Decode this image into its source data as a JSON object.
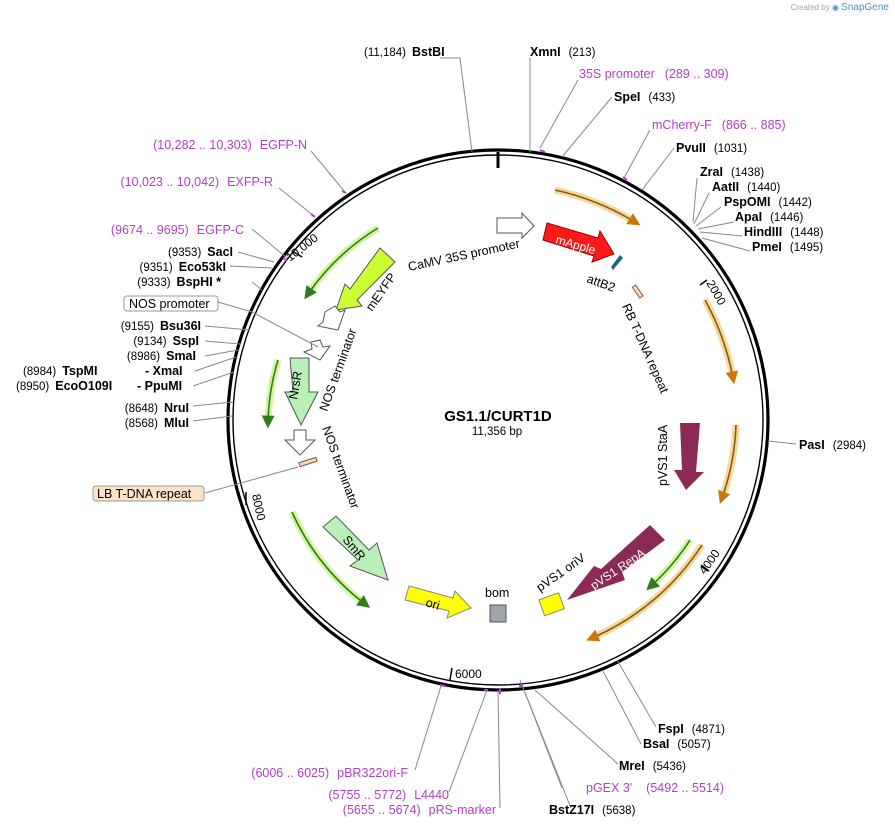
{
  "credit": {
    "prefix": "Created by",
    "brand": "SnapGene"
  },
  "plasmid": {
    "name": "GS1.1/CURT1D",
    "length_label": "11,356 bp"
  },
  "ticks": [
    "10,000",
    "2000",
    "4000",
    "6000",
    "8000"
  ],
  "enzymes": [
    {
      "name": "BstBI",
      "pos": "(11,184)"
    },
    {
      "name": "XmnI",
      "pos": "(213)"
    },
    {
      "name": "SpeI",
      "pos": "(433)"
    },
    {
      "name": "PvuII",
      "pos": "(1031)"
    },
    {
      "name": "ZraI",
      "pos": "(1438)"
    },
    {
      "name": "AatII",
      "pos": "(1440)"
    },
    {
      "name": "PspOMI",
      "pos": "(1442)"
    },
    {
      "name": "ApaI",
      "pos": "(1446)"
    },
    {
      "name": "HindIII",
      "pos": "(1448)"
    },
    {
      "name": "PmeI",
      "pos": "(1495)"
    },
    {
      "name": "PasI",
      "pos": "(2984)"
    },
    {
      "name": "FspI",
      "pos": "(4871)"
    },
    {
      "name": "BsaI",
      "pos": "(5057)"
    },
    {
      "name": "MreI",
      "pos": "(5436)"
    },
    {
      "name": "BstZ17I",
      "pos": "(5638)"
    },
    {
      "name": "SacI",
      "pos": "(9353)"
    },
    {
      "name": "Eco53kI",
      "pos": "(9351)"
    },
    {
      "name": "BspHI *",
      "pos": "(9333)"
    },
    {
      "name": "Bsu36I",
      "pos": "(9155)"
    },
    {
      "name": "SspI",
      "pos": "(9134)"
    },
    {
      "name": "SmaI",
      "pos": "(8986)"
    },
    {
      "name": "TspMI",
      "pos": "(8984)"
    },
    {
      "name": "- XmaI",
      "pos": ""
    },
    {
      "name": "EcoO109I",
      "pos": "(8950)"
    },
    {
      "name": "- PpuMI",
      "pos": ""
    },
    {
      "name": "NruI",
      "pos": "(8648)"
    },
    {
      "name": "MluI",
      "pos": "(8568)"
    }
  ],
  "primers": [
    {
      "name": "35S promoter",
      "range": "(289 .. 309)"
    },
    {
      "name": "mCherry-F",
      "range": "(866 .. 885)"
    },
    {
      "name": "EGFP-N",
      "range": "(10,282 .. 10,303)"
    },
    {
      "name": "EXFP-R",
      "range": "(10,023 .. 10,042)"
    },
    {
      "name": "EGFP-C",
      "range": "(9674 .. 9695)"
    },
    {
      "name": "pBR322ori-F",
      "range": "(6006 .. 6025)"
    },
    {
      "name": "L4440",
      "range": "(5755 .. 5772)"
    },
    {
      "name": "pRS-marker",
      "range": "(5655 .. 5674)"
    },
    {
      "name": "pGEX 3'",
      "range": "(5492 .. 5514)"
    }
  ],
  "features": [
    {
      "name": "CaMV 35S promoter",
      "color": "#ffffff"
    },
    {
      "name": "mApple",
      "color": "#ff1a1a"
    },
    {
      "name": "attB2",
      "color": "#1a6a7a"
    },
    {
      "name": "RB T-DNA repeat",
      "color": "#f6d9c0"
    },
    {
      "name": "pVS1 StaA",
      "color": "#8b2a55"
    },
    {
      "name": "pVS1 RepA",
      "color": "#8b2a55"
    },
    {
      "name": "pVS1 oriV",
      "color": "#ffff00"
    },
    {
      "name": "bom",
      "color": "#a0a4ab"
    },
    {
      "name": "ori",
      "color": "#ffff00"
    },
    {
      "name": "SmR",
      "color": "#b8f0b8"
    },
    {
      "name": "NOS terminator",
      "color": "#ffffff"
    },
    {
      "name": "NrsR",
      "color": "#b8f0b8"
    },
    {
      "name": "NOS terminator",
      "color": "#ffffff"
    },
    {
      "name": "mEYFP",
      "color": "#ccff33"
    },
    {
      "name": "NOS promoter",
      "color": "#ffffff"
    },
    {
      "name": "LB T-DNA repeat",
      "color": "#fde3c8"
    }
  ]
}
